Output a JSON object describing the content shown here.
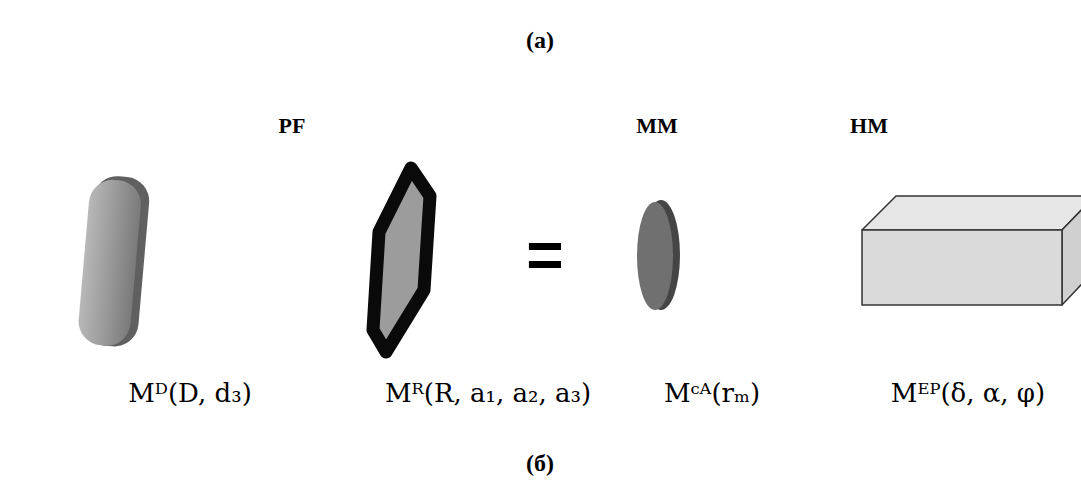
{
  "diagram": {
    "labels": [
      "(а)",
      "PF",
      "MM",
      "HM",
      "=",
      "Mᴰ(D, d₃)",
      "Mᴿ(R, a₁, a₂, a₃)",
      "Mᶜᴬ(rₘ)",
      "Mᴱᴾ(δ, α, φ)",
      "(б)"
    ]
  }
}
